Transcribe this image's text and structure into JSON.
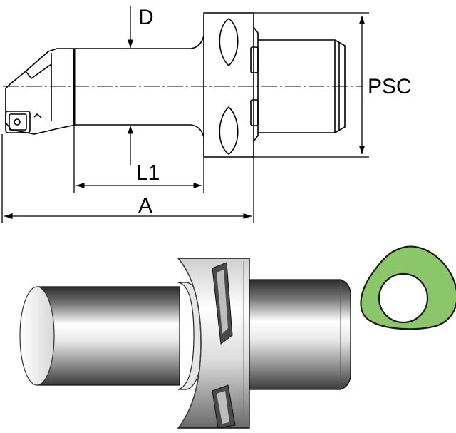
{
  "labels": {
    "d": "D",
    "psc": "PSC",
    "l1": "L1",
    "a": "A"
  },
  "colors": {
    "line": "#000000",
    "profile_fill": "#8cc66a",
    "profile_stroke": "#1a1a1a",
    "metal_light": "#f4f4f4",
    "metal_dark": "#5a5a5a"
  }
}
